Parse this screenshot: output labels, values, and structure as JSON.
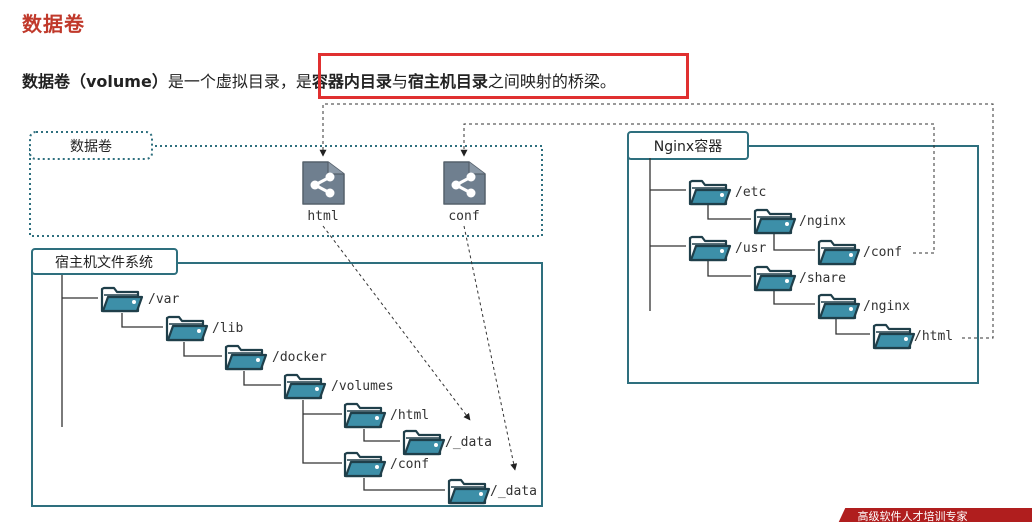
{
  "title": "数据卷",
  "subtitle": {
    "part1": "数据卷（volume）",
    "part2": "是一个虚拟目录，",
    "part3": "是",
    "part4": "容器内目录",
    "part5": "与",
    "part6": "宿主机目录",
    "part7": "之间映射的桥梁。"
  },
  "volume_box": {
    "label": "数据卷",
    "items": [
      "html",
      "conf"
    ]
  },
  "host_box": {
    "label": "宿主机文件系统",
    "dirs": [
      "/var",
      "/lib",
      "/docker",
      "/volumes",
      "/html",
      "/_data",
      "/conf",
      "/_data"
    ]
  },
  "nginx_box": {
    "label": "Nginx容器",
    "dirs": [
      "/etc",
      "/nginx",
      "/usr",
      "/conf",
      "/share",
      "/nginx",
      "/html"
    ]
  },
  "footer": "高级软件人才培训专家",
  "colors": {
    "title": "#c0392b",
    "box_border": "#2e6f7e",
    "dotted": "#2e6f7e",
    "highlight": "#e03030",
    "icon_bg": "#6f7f8f"
  }
}
